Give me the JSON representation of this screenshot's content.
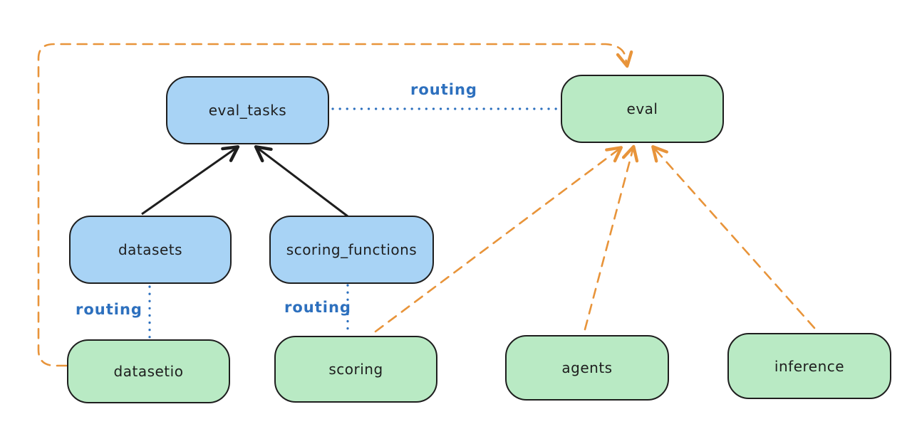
{
  "diagram": {
    "background": "#ffffff",
    "colors": {
      "node_blue_fill": "#a8d3f5",
      "node_green_fill": "#b9eac4",
      "stroke_black": "#1e1e1e",
      "routing_blue": "#2d70be",
      "orange_dashed": "#e8943a"
    },
    "nodes": {
      "eval_tasks": {
        "label": "eval_tasks",
        "color": "blue"
      },
      "eval": {
        "label": "eval",
        "color": "green"
      },
      "datasets": {
        "label": "datasets",
        "color": "blue"
      },
      "scoring_functions": {
        "label": "scoring_functions",
        "color": "blue"
      },
      "datasetio": {
        "label": "datasetio",
        "color": "green"
      },
      "scoring": {
        "label": "scoring",
        "color": "green"
      },
      "agents": {
        "label": "agents",
        "color": "green"
      },
      "inference": {
        "label": "inference",
        "color": "green"
      }
    },
    "edges": [
      {
        "from": "datasets",
        "to": "eval_tasks",
        "style": "solid",
        "color": "black",
        "arrow": true
      },
      {
        "from": "scoring_functions",
        "to": "eval_tasks",
        "style": "solid",
        "color": "black",
        "arrow": true
      },
      {
        "from": "eval_tasks",
        "to": "eval",
        "style": "dotted",
        "color": "blue",
        "arrow": false,
        "label": "routing"
      },
      {
        "from": "datasets",
        "to": "datasetio",
        "style": "dotted",
        "color": "blue",
        "arrow": false,
        "label": "routing"
      },
      {
        "from": "scoring_functions",
        "to": "scoring",
        "style": "dotted",
        "color": "blue",
        "arrow": false,
        "label": "routing"
      },
      {
        "from": "datasetio",
        "to": "eval",
        "style": "dashed",
        "color": "orange",
        "arrow": true,
        "route": "left-and-over-top"
      },
      {
        "from": "scoring",
        "to": "eval",
        "style": "dashed",
        "color": "orange",
        "arrow": true
      },
      {
        "from": "agents",
        "to": "eval",
        "style": "dashed",
        "color": "orange",
        "arrow": true
      },
      {
        "from": "inference",
        "to": "eval",
        "style": "dashed",
        "color": "orange",
        "arrow": true
      }
    ],
    "edge_labels": {
      "eval_tasks_eval": "routing",
      "datasets_datasetio": "routing",
      "scoring_functions_scoring": "routing"
    }
  }
}
